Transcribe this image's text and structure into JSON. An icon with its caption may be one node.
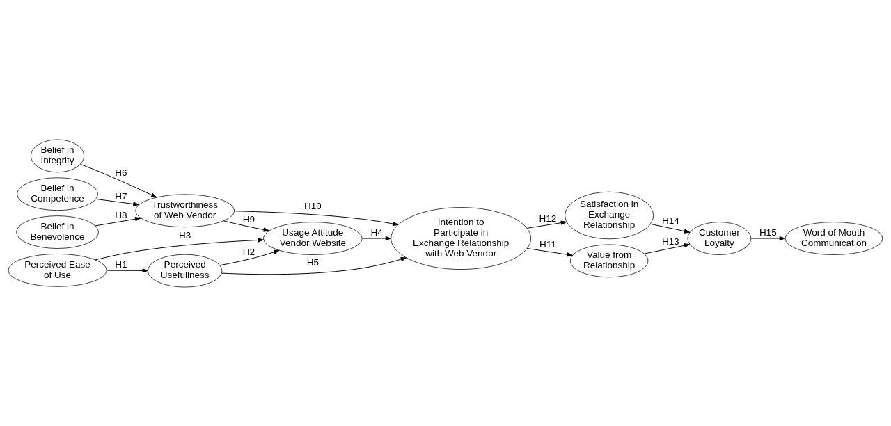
{
  "diagram": {
    "nodes": [
      {
        "text": [
          "Perceived Usefullness"
        ]
      },
      {
        "text": [
          "Perceived Ease of Use"
        ]
      },
      {
        "text": [
          "Usage Attitude Vendor Website"
        ]
      },
      {
        "text": [
          "Belief in Integrity"
        ]
      },
      {
        "text": [
          "Belief in Competence"
        ]
      },
      {
        "text": [
          "Trustworthiness of Web Vendor"
        ]
      },
      {
        "text": [
          "Belief in Benevolence"
        ]
      },
      {
        "text": [
          "Intention to Participate in Exchange Relationship with Web Vendor"
        ]
      },
      {
        "text": [
          "Satisfaction in Exchange Relationship"
        ]
      },
      {
        "text": [
          "Value from Relationship"
        ]
      },
      {
        "text": [
          "Customer Loyalty"
        ]
      },
      {
        "text": [
          "Word of Mouth Communication"
        ]
      }
    ],
    "edges": [
      {
        "from": 1,
        "to": 0,
        "arrow": "to",
        "label": "H1"
      },
      {
        "from": 0,
        "to": 2,
        "arrow": "to",
        "label": "H2"
      },
      {
        "from": 1,
        "to": 2,
        "arrow": "to",
        "label": "H3"
      },
      {
        "from": 2,
        "to": 7,
        "arrow": "to",
        "label": "H4"
      },
      {
        "from": 0,
        "to": 7,
        "arrow": "to",
        "label": "H5"
      },
      {
        "from": 3,
        "to": 5,
        "arrow": "to",
        "label": "H6"
      },
      {
        "from": 4,
        "to": 5,
        "arrow": "to",
        "label": "H7"
      },
      {
        "from": 6,
        "to": 5,
        "arrow": "to",
        "label": "H8"
      },
      {
        "from": 5,
        "to": 2,
        "arrow": "to",
        "label": "H9"
      },
      {
        "from": 5,
        "to": 7,
        "arrow": "to",
        "label": "H10"
      },
      {
        "from": 7,
        "to": 9,
        "arrow": "to",
        "label": "H11"
      },
      {
        "from": 7,
        "to": 8,
        "arrow": "to",
        "label": "H12"
      },
      {
        "from": 9,
        "to": 10,
        "arrow": "to",
        "label": "H13"
      },
      {
        "from": 8,
        "to": 10,
        "arrow": "to",
        "label": "H14"
      },
      {
        "from": 10,
        "to": 11,
        "arrow": "to",
        "label": "H15"
      }
    ]
  }
}
